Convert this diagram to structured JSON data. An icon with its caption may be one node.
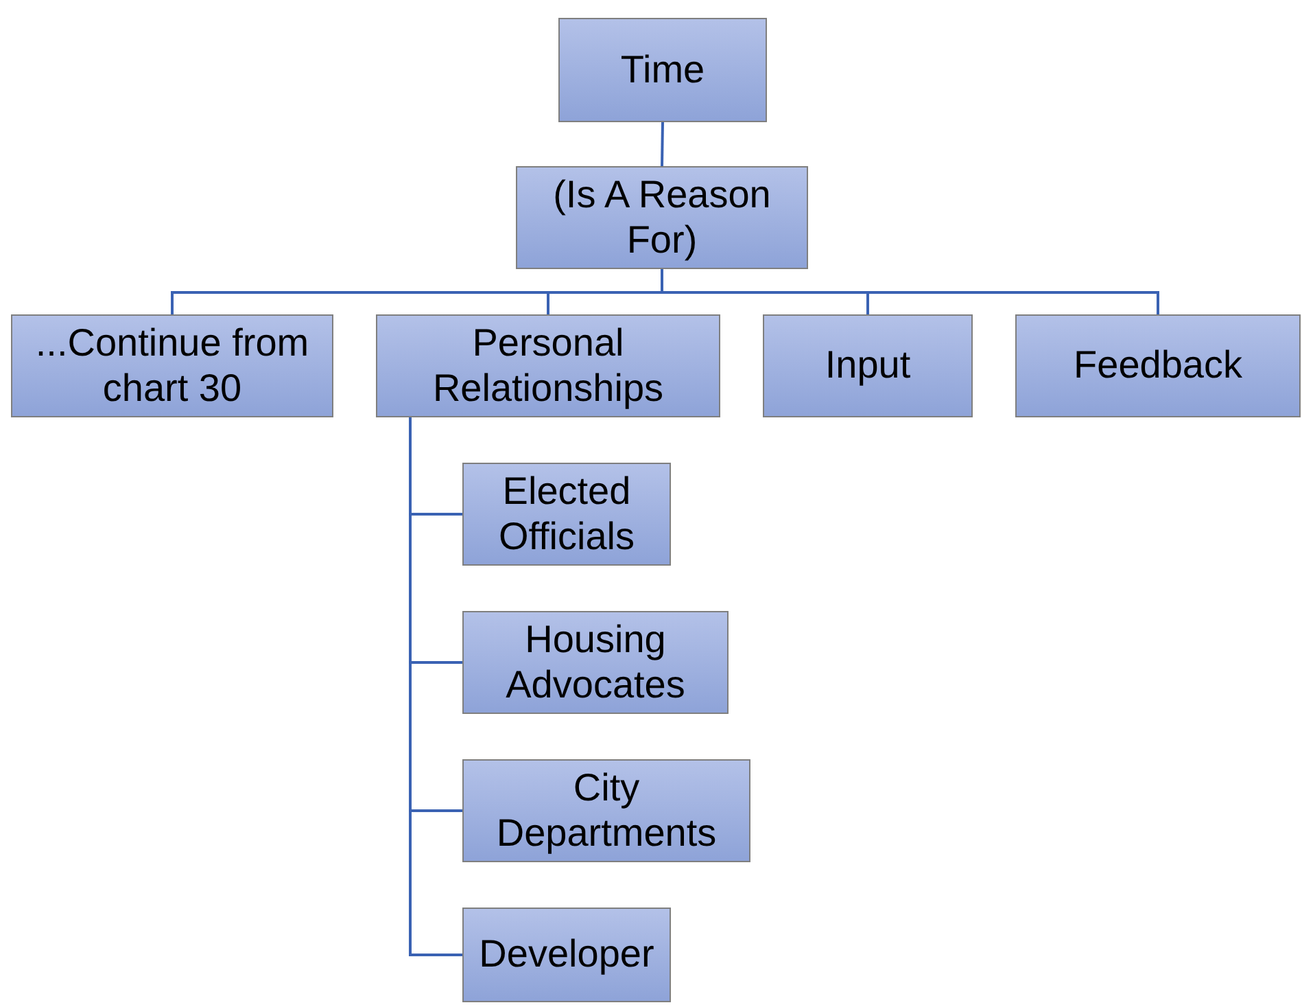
{
  "diagram": {
    "nodes": [
      {
        "text": [
          "Time"
        ]
      },
      {
        "text": [
          "(Is A Reason For)"
        ]
      },
      {
        "text": [
          "...Continue from chart 30"
        ]
      },
      {
        "text": [
          "Personal Relationships"
        ]
      },
      {
        "text": [
          "Input"
        ]
      },
      {
        "text": [
          "Feedback"
        ]
      },
      {
        "text": [
          "Elected Officials"
        ]
      },
      {
        "text": [
          "Housing Advocates"
        ]
      },
      {
        "text": [
          "City Departments"
        ]
      },
      {
        "text": [
          "Developer"
        ]
      }
    ],
    "edges": [
      {
        "from": 0,
        "to": 1,
        "arrow": "none"
      },
      {
        "from": 1,
        "to": 2,
        "arrow": "none"
      },
      {
        "from": 1,
        "to": 3,
        "arrow": "none"
      },
      {
        "from": 1,
        "to": 4,
        "arrow": "none"
      },
      {
        "from": 1,
        "to": 5,
        "arrow": "none"
      },
      {
        "from": 3,
        "to": 6,
        "arrow": "none"
      },
      {
        "from": 3,
        "to": 7,
        "arrow": "none"
      },
      {
        "from": 3,
        "to": 8,
        "arrow": "none"
      },
      {
        "from": 3,
        "to": 9,
        "arrow": "none"
      }
    ]
  }
}
